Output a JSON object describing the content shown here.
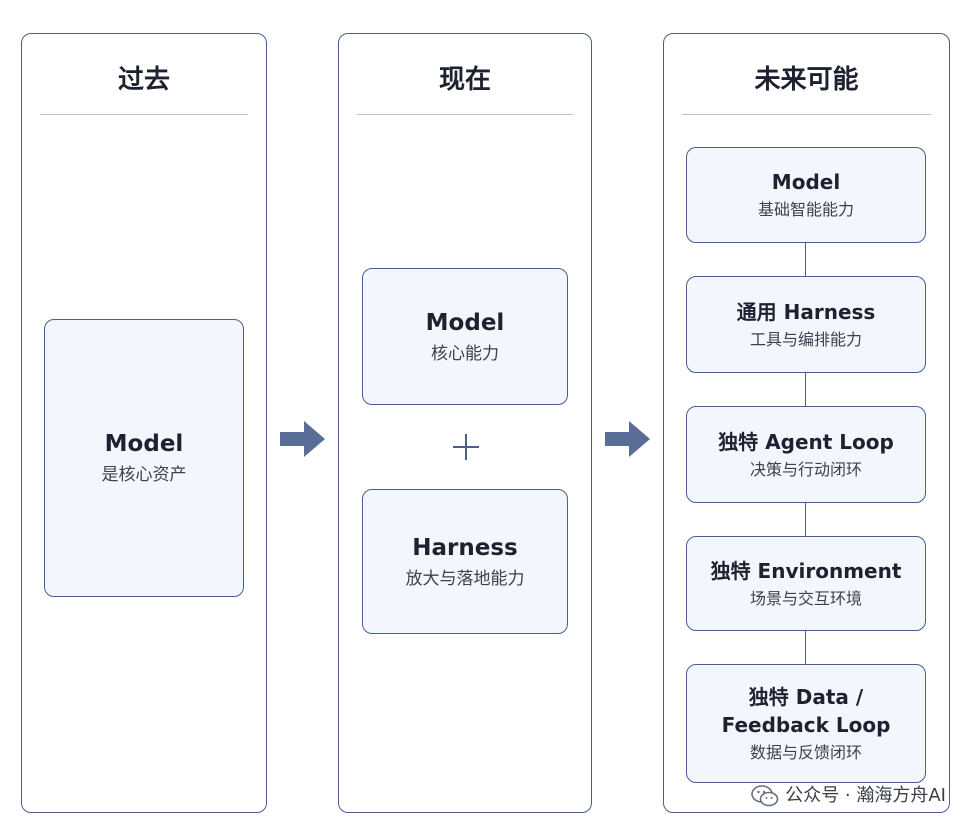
{
  "panels": {
    "past": {
      "title": "过去",
      "card": {
        "title": "Model",
        "subtitle": "是核心资产"
      }
    },
    "now": {
      "title": "现在",
      "cards": [
        {
          "title": "Model",
          "subtitle": "核心能力"
        },
        {
          "title": "Harness",
          "subtitle": "放大与落地能力"
        }
      ],
      "plus_symbol": "+"
    },
    "future": {
      "title": "未来可能",
      "cards": [
        {
          "title": "Model",
          "subtitle": "基础智能能力"
        },
        {
          "title": "通用 Harness",
          "subtitle": "工具与编排能力"
        },
        {
          "title": "独特 Agent Loop",
          "subtitle": "决策与行动闭环"
        },
        {
          "title": "独特 Environment",
          "subtitle": "场景与交互环境"
        },
        {
          "title": "独特 Data /",
          "title_line2": "Feedback Loop",
          "subtitle": "数据与反馈闭环"
        }
      ]
    }
  },
  "watermark": {
    "text": "公众号 · 瀚海方舟AI",
    "icon": "wechat-icon"
  },
  "colors": {
    "border": "#4a5f8f",
    "card_fill": "#f3f6fc",
    "divider": "#b8c3da",
    "arrow": "#5a6d96"
  }
}
